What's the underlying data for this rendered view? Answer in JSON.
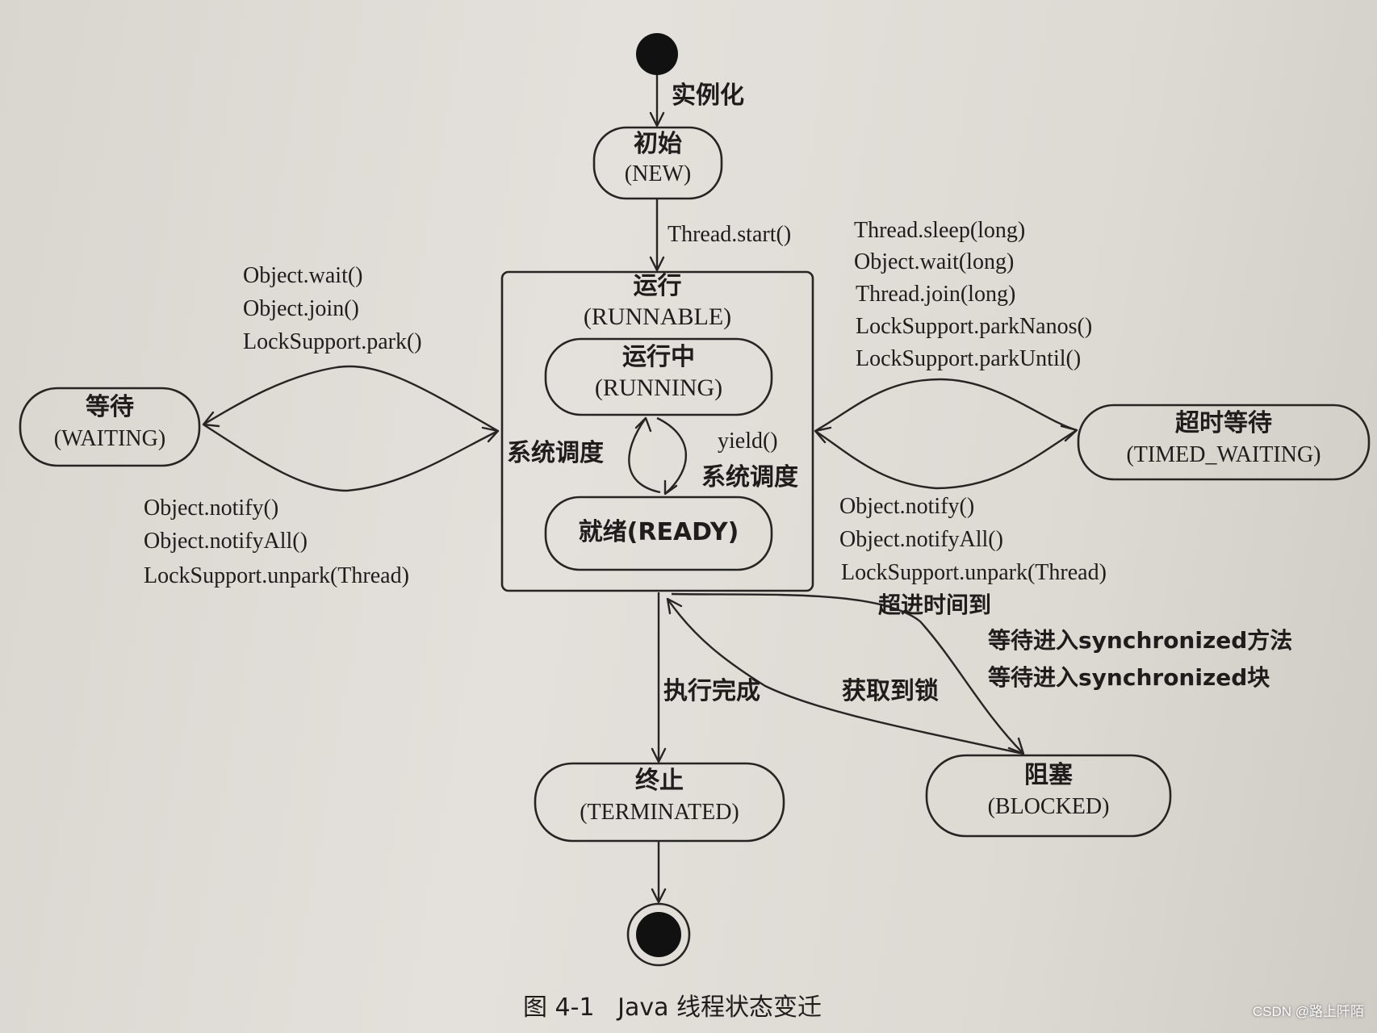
{
  "states": {
    "new": {
      "cn": "初始",
      "en": "(NEW)"
    },
    "runnable": {
      "cn": "运行",
      "en": "(RUNNABLE)"
    },
    "running": {
      "cn": "运行中",
      "en": "(RUNNING)"
    },
    "ready": {
      "label": "就绪(READY)"
    },
    "waiting": {
      "cn": "等待",
      "en": "(WAITING)"
    },
    "timed_waiting": {
      "cn": "超时等待",
      "en": "(TIMED_WAITING)"
    },
    "blocked": {
      "cn": "阻塞",
      "en": "(BLOCKED)"
    },
    "terminated": {
      "cn": "终止",
      "en": "(TERMINATED)"
    }
  },
  "transitions": {
    "instantiate": "实例化",
    "start": "Thread.start()",
    "to_waiting": [
      "Object.wait()",
      "Object.join()",
      "LockSupport.park()"
    ],
    "from_waiting": [
      "Object.notify()",
      "Object.notifyAll()",
      "LockSupport.unpark(Thread)"
    ],
    "to_timed_waiting": [
      "Thread.sleep(long)",
      "Object.wait(long)",
      "Thread.join(long)",
      "LockSupport.parkNanos()",
      "LockSupport.parkUntil()"
    ],
    "from_timed_waiting": [
      "Object.notify()",
      "Object.notifyAll()",
      "LockSupport.unpark(Thread)",
      "超进时间到"
    ],
    "ready_to_running": "系统调度",
    "running_to_ready": [
      "yield()",
      "系统调度"
    ],
    "to_blocked": [
      "等待进入synchronized方法",
      "等待进入synchronized块"
    ],
    "from_blocked": "获取到锁",
    "finish": "执行完成"
  },
  "caption": "图 4-1   Java 线程状态变迁",
  "watermark": "CSDN @路上阡陌"
}
